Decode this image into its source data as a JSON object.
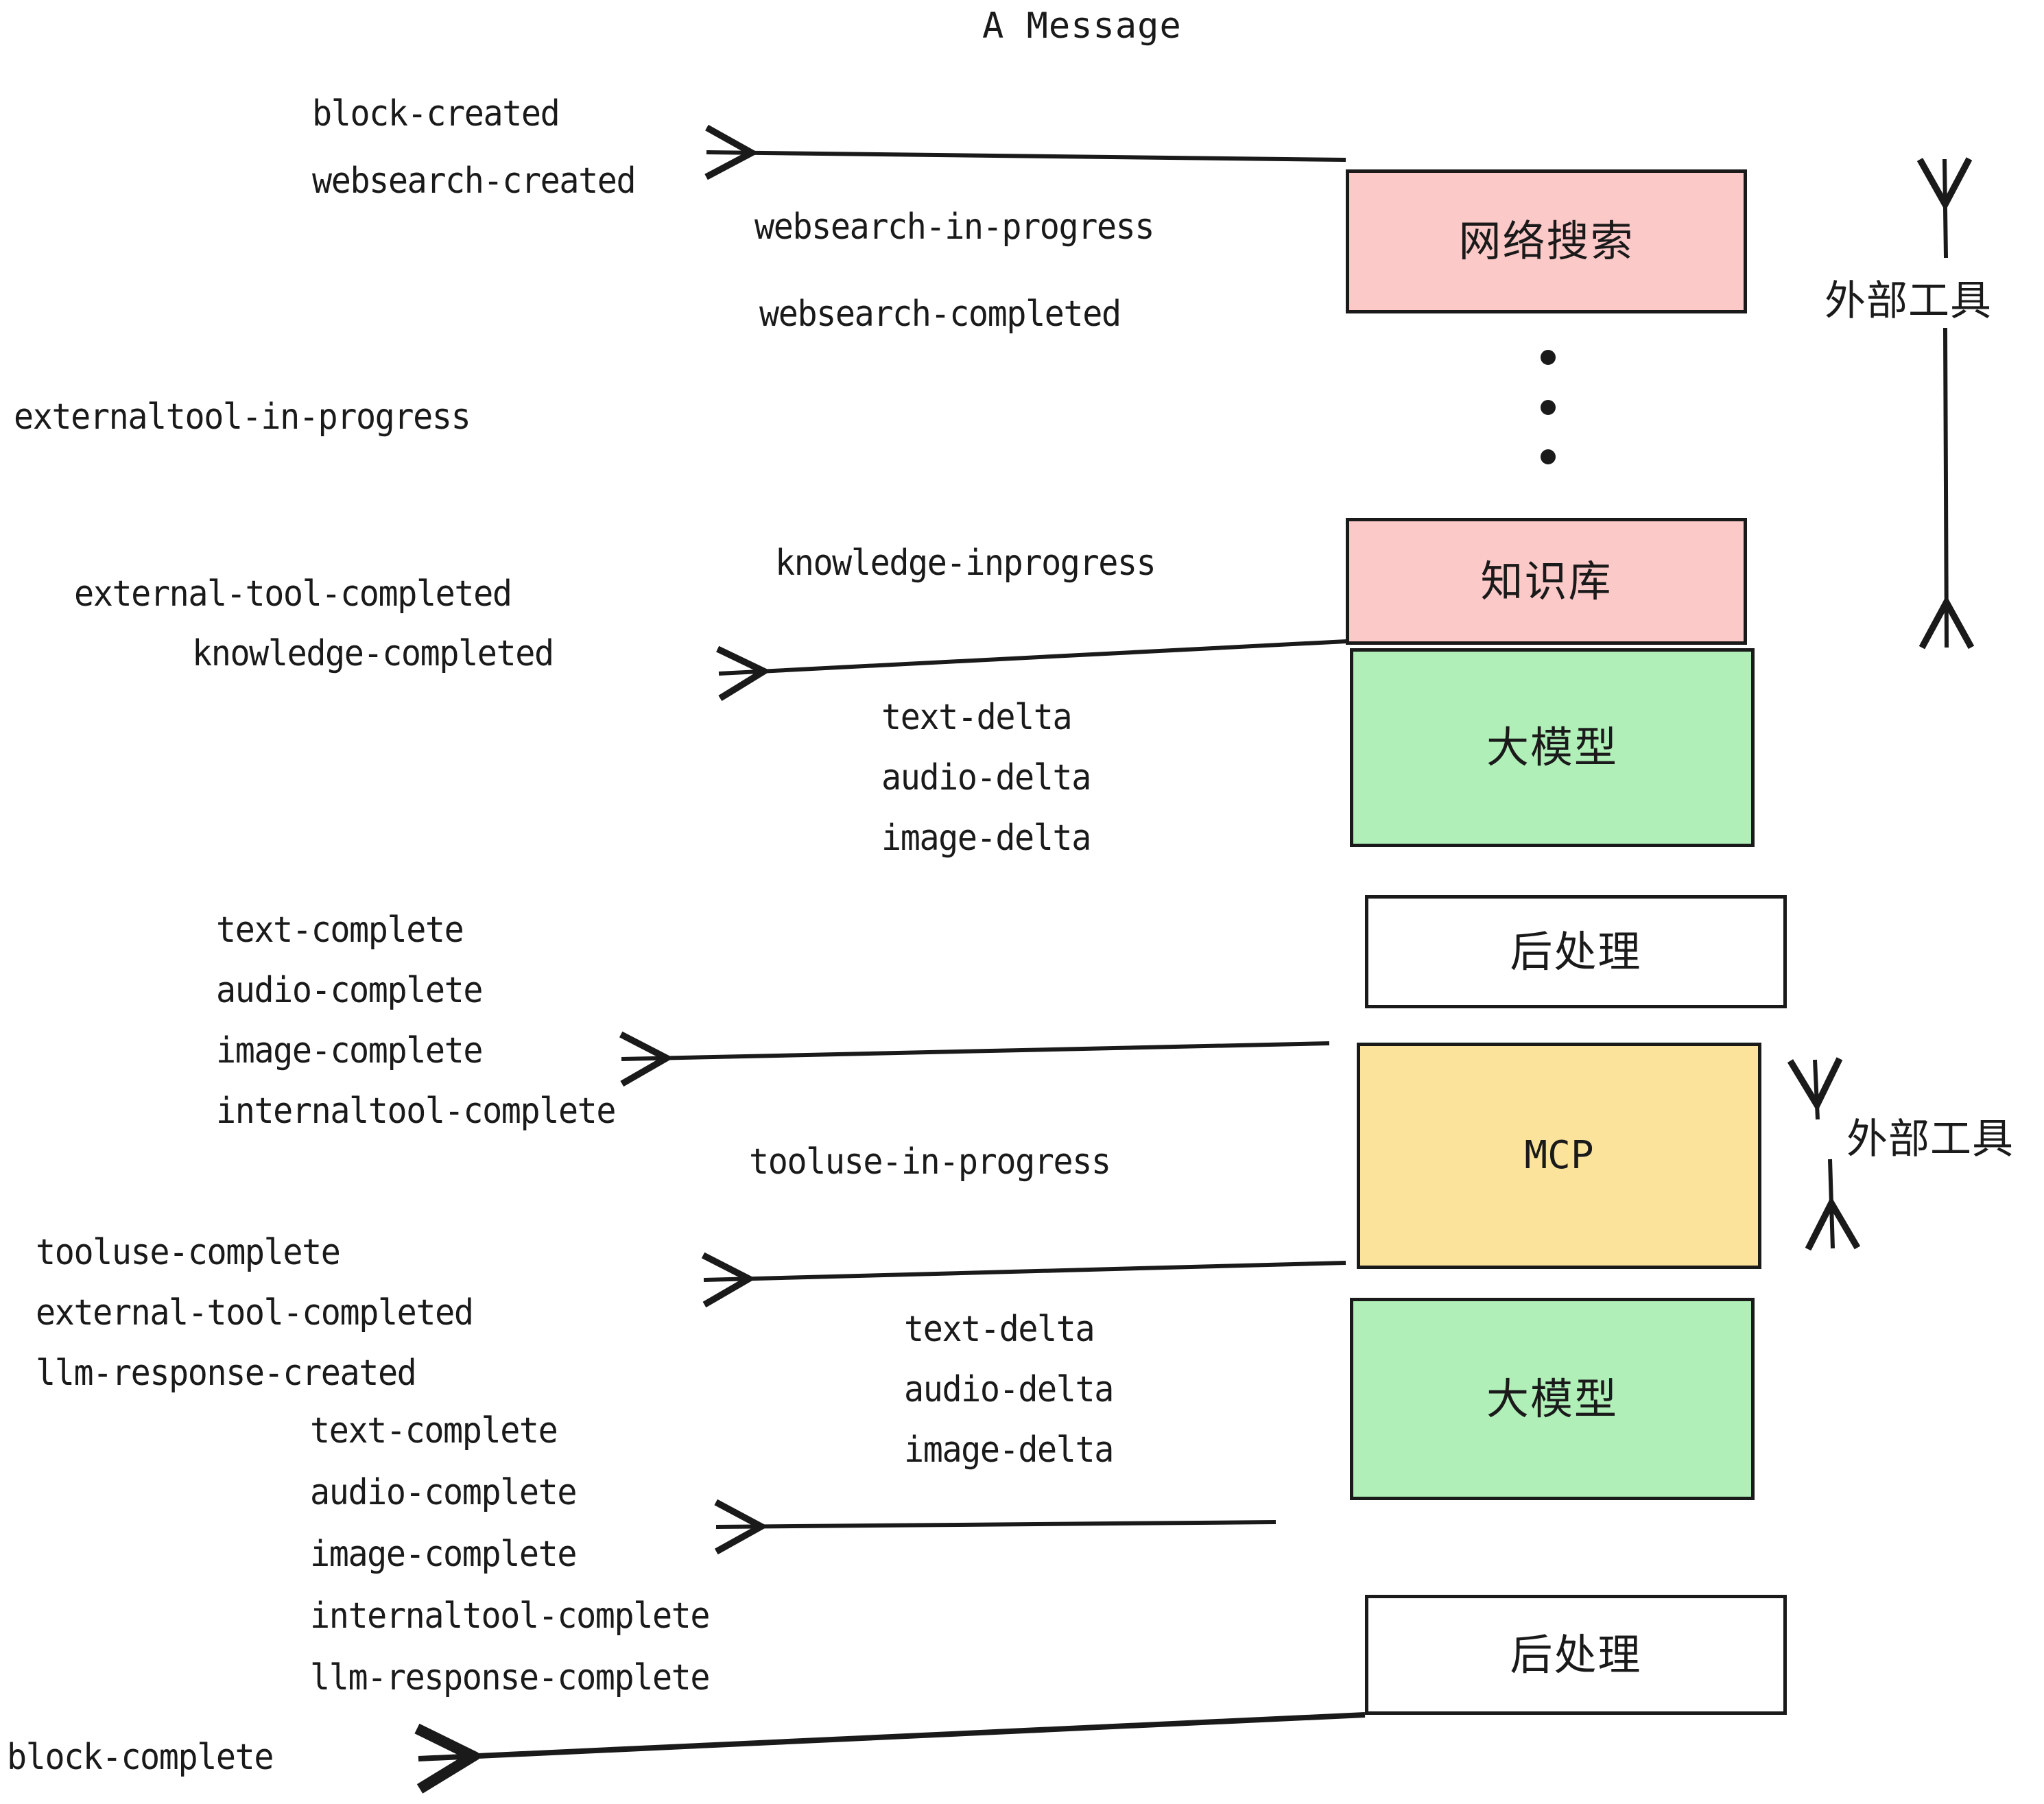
{
  "diagram": {
    "title": "A Message",
    "colors": {
      "pink": "#FBC9C7",
      "green": "#B0EFB8",
      "yellow": "#FBE39C",
      "white": "#FFFFFF",
      "stroke": "#1A1A1A",
      "background": "#FFFFFF"
    },
    "nodes": [
      {
        "id": "websearch",
        "label": "网络搜索",
        "fill": "#FBC9C7",
        "script": "cjk"
      },
      {
        "id": "knowledge",
        "label": "知识库",
        "fill": "#FBC9C7",
        "script": "cjk"
      },
      {
        "id": "llm-1",
        "label": "大模型",
        "fill": "#B0EFB8",
        "script": "cjk"
      },
      {
        "id": "postprocess-1",
        "label": "后处理",
        "fill": "#FFFFFF",
        "script": "cjk"
      },
      {
        "id": "mcp",
        "label": "MCP",
        "fill": "#FBE39C",
        "script": "latin"
      },
      {
        "id": "llm-2",
        "label": "大模型",
        "fill": "#B0EFB8",
        "script": "cjk"
      },
      {
        "id": "postprocess-2",
        "label": "后处理",
        "fill": "#FFFFFF",
        "script": "cjk"
      }
    ],
    "side_labels": [
      {
        "id": "external-tools-top",
        "text": "外部工具"
      },
      {
        "id": "external-tools-bottom",
        "text": "外部工具"
      }
    ],
    "events": {
      "block_created": "block-created",
      "websearch_created": "websearch-created",
      "websearch_in_progress": "websearch-in-progress",
      "websearch_completed": "websearch-completed",
      "externaltool_in_progress": "externaltool-in-progress",
      "knowledge_inprogress": "knowledge-inprogress",
      "external_tool_completed_1": "external-tool-completed",
      "knowledge_completed": "knowledge-completed",
      "text_delta_1": "text-delta",
      "audio_delta_1": "audio-delta",
      "image_delta_1": "image-delta",
      "text_complete_1": "text-complete",
      "audio_complete_1": "audio-complete",
      "image_complete_1": "image-complete",
      "internaltool_complete_1": "internaltool-complete",
      "tooluse_in_progress": "tooluse-in-progress",
      "tooluse_complete": "tooluse-complete",
      "external_tool_completed_2": "external-tool-completed",
      "llm_response_created": "llm-response-created",
      "text_delta_2": "text-delta",
      "audio_delta_2": "audio-delta",
      "image_delta_2": "image-delta",
      "text_complete_2": "text-complete",
      "audio_complete_2": "audio-complete",
      "image_complete_2": "image-complete",
      "internaltool_complete_2": "internaltool-complete",
      "llm_response_complete": "llm-response-complete",
      "block_complete": "block-complete"
    }
  }
}
